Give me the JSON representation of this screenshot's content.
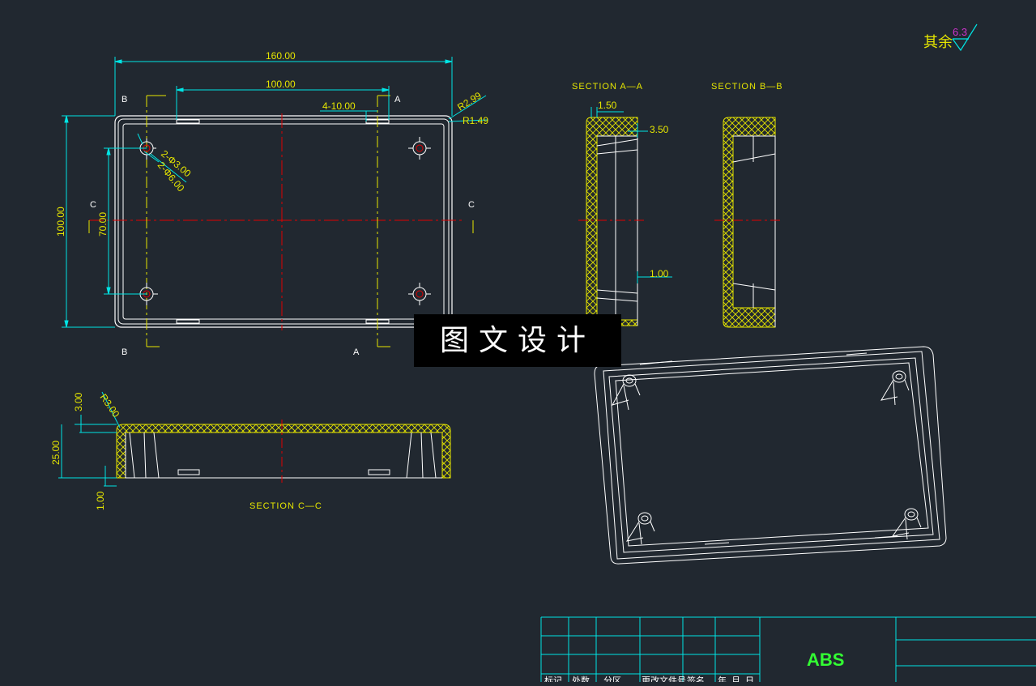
{
  "colors": {
    "background": "#212830",
    "outline": "#ffffff",
    "dimension": "#00e5e5",
    "dim_text": "#e6e600",
    "centerline": "#e00000",
    "hatch": "#e6e600",
    "roughness": "#cc33cc",
    "green_text": "#33ff33"
  },
  "roughness": {
    "label": "其余",
    "value": "6.3"
  },
  "plan_view": {
    "width": "160.00",
    "hole_spacing": "100.00",
    "slot": "4-10.00",
    "outer_radius": "R2.99",
    "inner_radius": "R1.49",
    "hole_small": "2-Φ3.00",
    "hole_large": "2-Φ6.00",
    "height": "100.00",
    "hole_vertical": "70.00",
    "cut_b": "B",
    "cut_a": "A",
    "cut_c": "C"
  },
  "section_aa": {
    "title": "SECTION A—A",
    "wall": "1.50",
    "boss": "3.50",
    "rib": "1.00"
  },
  "section_bb": {
    "title": "SECTION B—B"
  },
  "section_cc": {
    "title": "SECTION C—C",
    "radius": "R3.00",
    "top": "3.00",
    "depth": "25.00",
    "bottom": "1.00"
  },
  "watermark": "图文设计",
  "title_block": {
    "material": "ABS",
    "headers": [
      "标记",
      "处数",
      "分区",
      "更改文件号",
      "签名",
      "年",
      "月",
      "日"
    ]
  }
}
